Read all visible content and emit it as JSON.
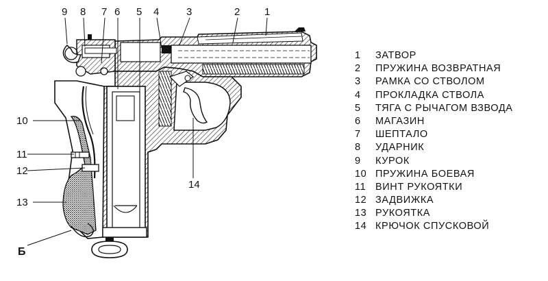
{
  "diagram": {
    "callouts_top": [
      "9",
      "8",
      "7",
      "6",
      "5",
      "4",
      "3",
      "2",
      "1"
    ],
    "callouts_left": [
      "10",
      "11",
      "12",
      "13"
    ],
    "callout_bottom": "14",
    "callout_b": "Б"
  },
  "legend": [
    {
      "num": "1",
      "text": "ЗАТВОР"
    },
    {
      "num": "2",
      "text": "ПРУЖИНА ВОЗВРАТНАЯ"
    },
    {
      "num": "3",
      "text": "РАМКА СО СТВОЛОМ"
    },
    {
      "num": "4",
      "text": "ПРОКЛАДКА СТВОЛА"
    },
    {
      "num": "5",
      "text": "ТЯГА С РЫЧАГОМ ВЗВОДА"
    },
    {
      "num": "6",
      "text": "МАГАЗИН"
    },
    {
      "num": "7",
      "text": "ШЕПТАЛО"
    },
    {
      "num": "8",
      "text": "УДАРНИК"
    },
    {
      "num": "9",
      "text": "КУРОК"
    },
    {
      "num": "10",
      "text": "ПРУЖИНА БОЕВАЯ"
    },
    {
      "num": "11",
      "text": "ВИНТ РУКОЯТКИ"
    },
    {
      "num": "12",
      "text": "ЗАДВИЖКА"
    },
    {
      "num": "13",
      "text": "РУКОЯТКА"
    },
    {
      "num": "14",
      "text": "КРЮЧОК СПУСКОВОЙ"
    }
  ]
}
